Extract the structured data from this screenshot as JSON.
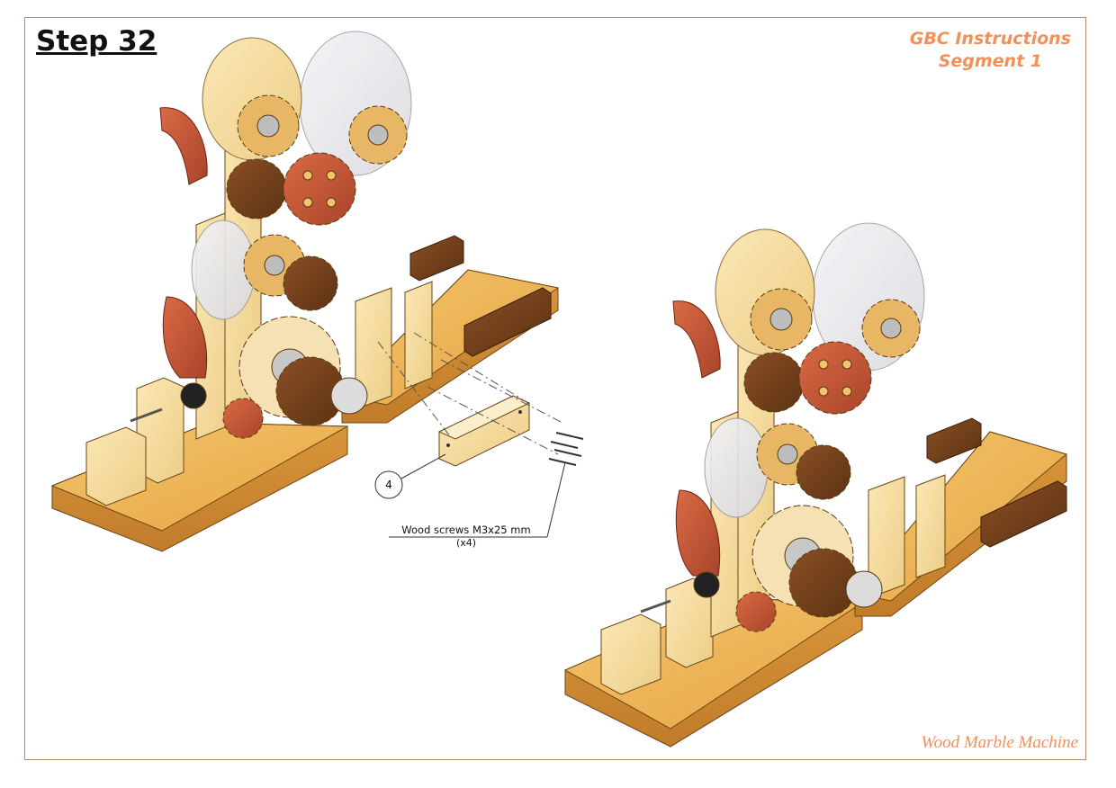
{
  "header": {
    "step_title": "Step 32",
    "brand_line1": "GBC Instructions",
    "brand_line2": "Segment 1"
  },
  "callout": {
    "part_number": "4",
    "label": "Wood screws M3x25 mm",
    "quantity": "(x4)"
  },
  "footer": {
    "credit": "Wood Marble Machine"
  },
  "colors": {
    "accent": "#f0915a",
    "frame": "#b48a6a"
  }
}
